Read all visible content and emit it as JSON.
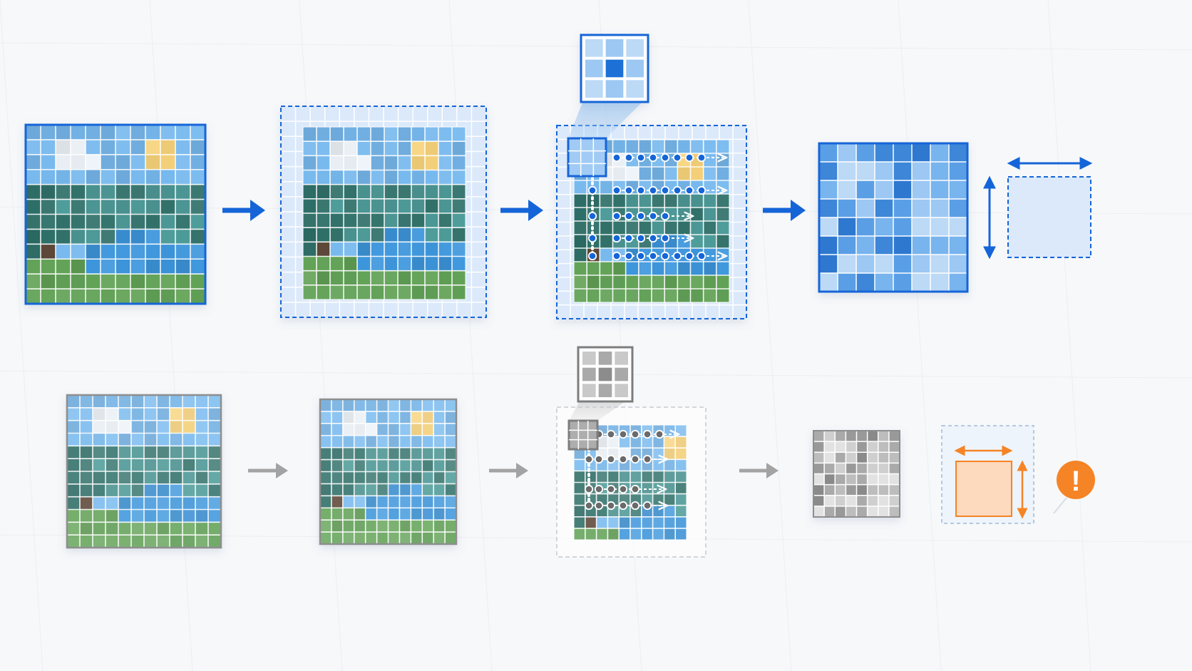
{
  "diagram": {
    "rows": [
      {
        "id": "padded-row",
        "theme": "blue",
        "stages": [
          "input-image",
          "zero-padding",
          "sliding-kernel",
          "output-feature-map",
          "preserved-size"
        ]
      },
      {
        "id": "unpadded-row",
        "theme": "gray",
        "stages": [
          "input-image",
          "unpadded-image",
          "sliding-kernel",
          "output-feature-map",
          "size-mismatch-warning"
        ]
      }
    ],
    "input_grid": {
      "rows": 12,
      "cols": 12
    },
    "kernel_size": 3,
    "output_grid": {
      "rows": 8,
      "cols": 8
    },
    "warning_symbol": "!",
    "icons": [
      "exclamation-icon",
      "arrow-right-icon",
      "double-arrow-icon"
    ]
  },
  "colors": {
    "accent_blue": "#1565d8",
    "sky": "#77b9ee",
    "cloud": "#eef4f9",
    "sun": "#f6d27a",
    "mountain": "#4f9c9a",
    "forest": "#2f6f68",
    "lake": "#3d96dc",
    "grass": "#62a257",
    "trunk": "#5b4636",
    "gray": "#8c8c8c",
    "warning_orange": "#f58426",
    "warning_fill": "#fdd9bd"
  }
}
